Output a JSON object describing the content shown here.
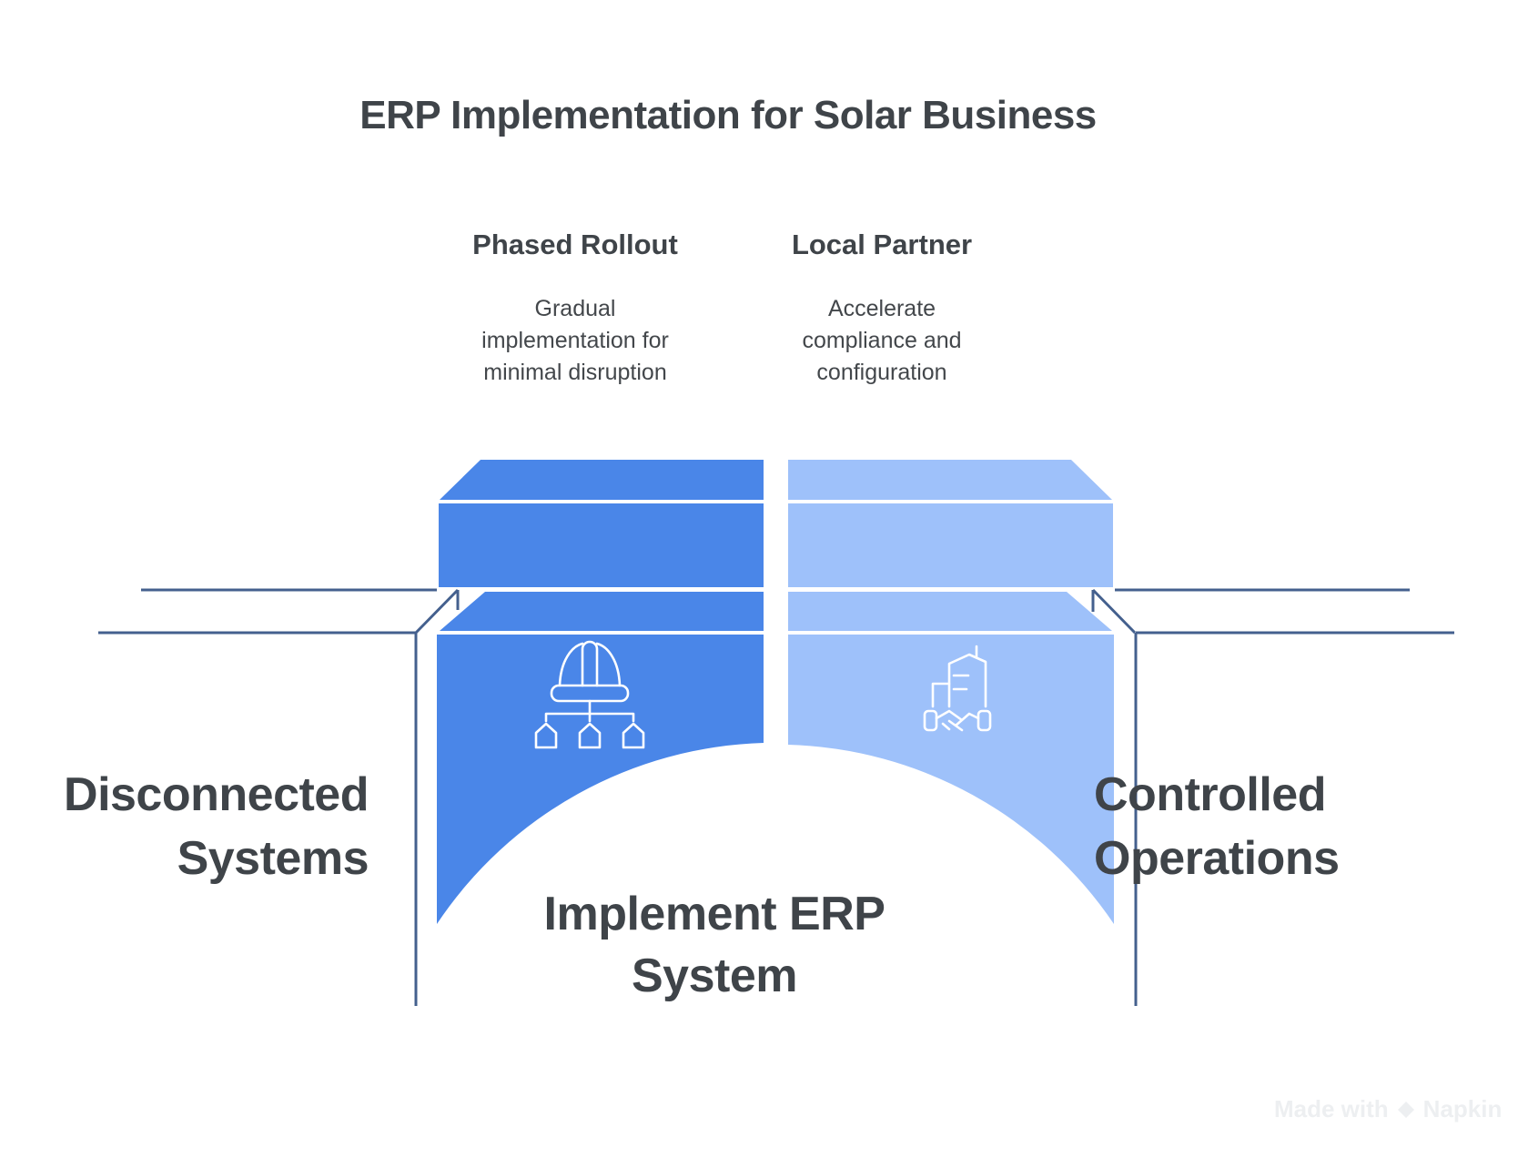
{
  "title": "ERP Implementation for Solar Business",
  "columns": [
    {
      "id": "phased-rollout",
      "heading": "Phased Rollout",
      "description": [
        "Gradual",
        "implementation for",
        "minimal disruption"
      ],
      "icon": "hard-hat-org-chart"
    },
    {
      "id": "local-partner",
      "heading": "Local Partner",
      "description": [
        "Accelerate",
        "compliance and",
        "configuration"
      ],
      "icon": "building-handshake"
    }
  ],
  "labels": {
    "left_state": [
      "Disconnected",
      "Systems"
    ],
    "right_state": [
      "Controlled",
      "Operations"
    ],
    "action": [
      "Implement ERP",
      "System"
    ]
  },
  "watermark": {
    "prefix": "Made with",
    "brand": "Napkin"
  },
  "colors": {
    "left_block": "#4A86E8",
    "right_block": "#9EC1FA",
    "chasm_line": "#44608E",
    "icon_stroke": "#FFFFFF",
    "heading_text": "#3F4449",
    "body_text": "#43474B",
    "watermark_text": "#EDEFF1",
    "background": "#FFFFFF"
  }
}
